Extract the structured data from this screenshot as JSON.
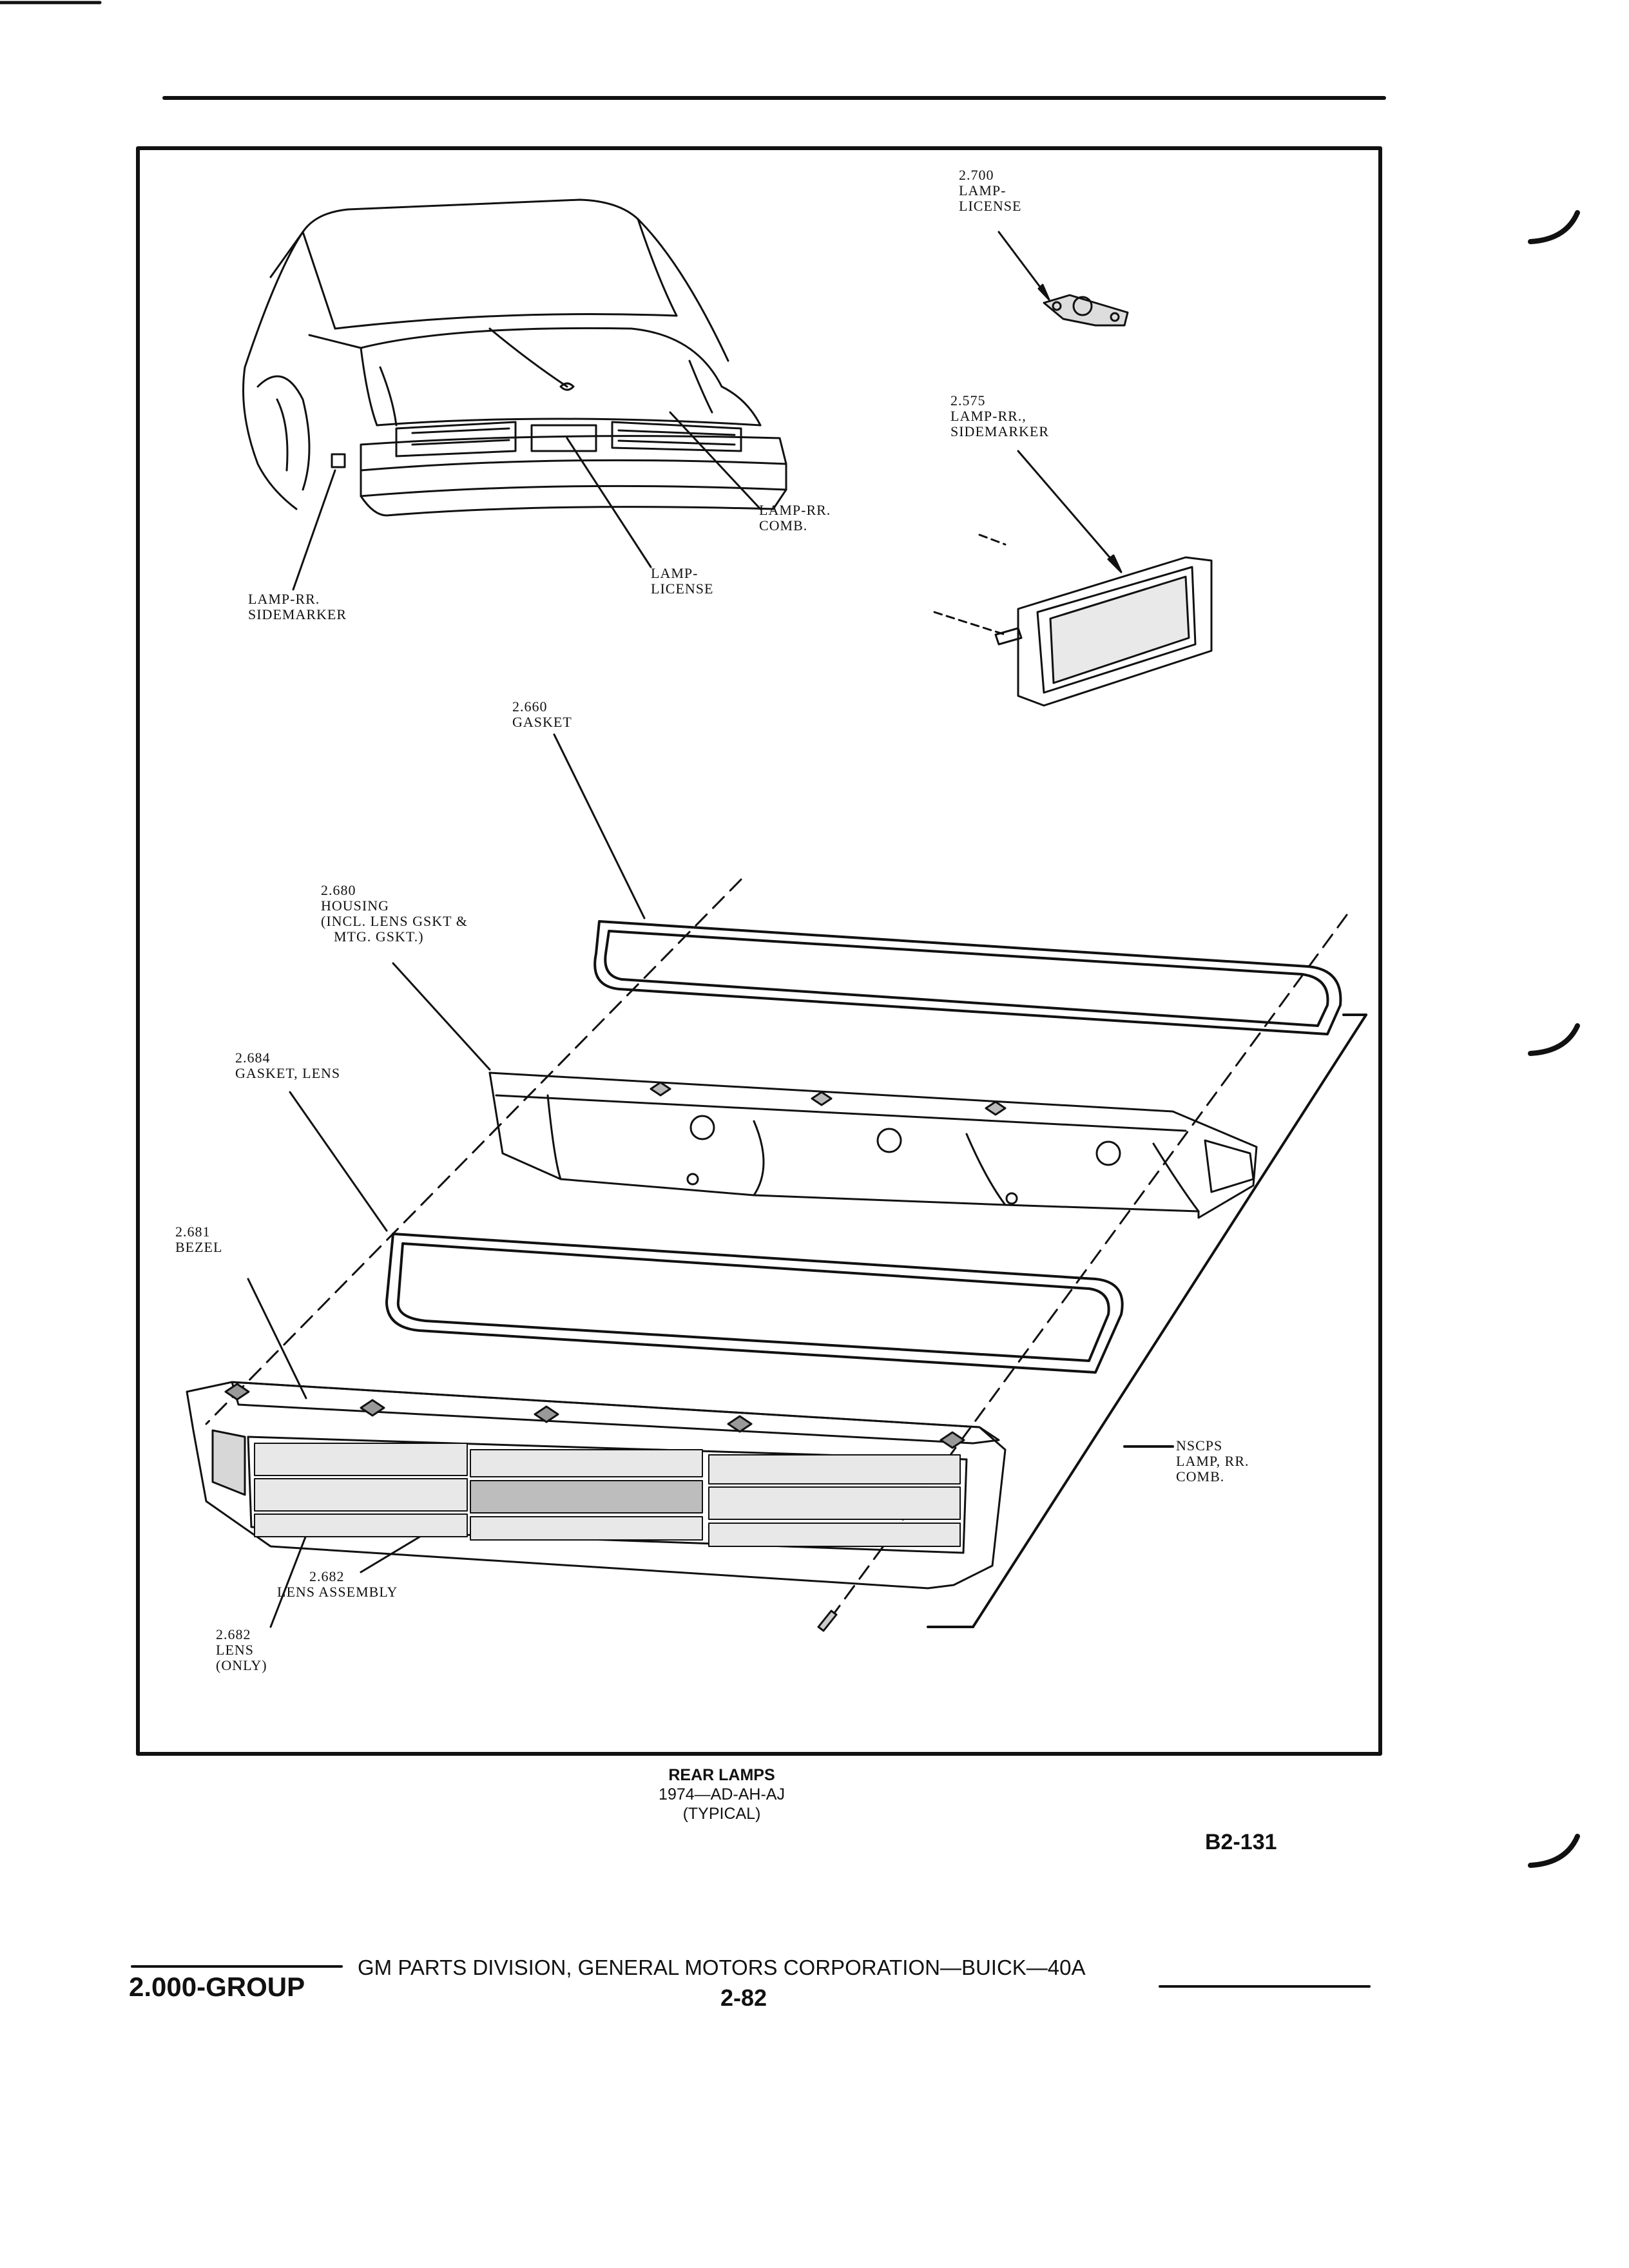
{
  "callouts": {
    "lamp_license_top": {
      "num": "2.700",
      "l1": "LAMP-",
      "l2": "LICENSE"
    },
    "rr_sidemarker_part": {
      "num": "2.575",
      "l1": "LAMP-RR.,",
      "l2": "SIDEMARKER"
    },
    "lamp_rr_comb": {
      "l1": "LAMP-RR.",
      "l2": "COMB."
    },
    "lamp_license_car": {
      "l1": "LAMP-",
      "l2": "LICENSE"
    },
    "rr_sidemarker_car": {
      "l1": "LAMP-RR.",
      "l2": "SIDEMARKER"
    },
    "gasket": {
      "num": "2.660",
      "l1": "GASKET"
    },
    "housing": {
      "num": "2.680",
      "l1": "HOUSING",
      "l2": "(INCL. LENS GSKT &",
      "l3": "MTG. GSKT.)"
    },
    "gasket_lens": {
      "num": "2.684",
      "l1": "GASKET, LENS"
    },
    "bezel": {
      "num": "2.681",
      "l1": "BEZEL"
    },
    "lens_assembly": {
      "num": "2.682",
      "l1": "LENS ASSEMBLY"
    },
    "lens_only": {
      "num": "2.682",
      "l1": "LENS",
      "l2": "(ONLY)"
    },
    "nscps": {
      "l1": "NSCPS",
      "l2": "LAMP, RR.",
      "l3": "COMB."
    }
  },
  "caption": {
    "l1": "REAR LAMPS",
    "l2": "1974—AD-AH-AJ",
    "l3": "(TYPICAL)"
  },
  "figure_code": "B2-131",
  "footer": {
    "group": "2.000-GROUP",
    "division": "GM PARTS DIVISION, GENERAL MOTORS CORPORATION—BUICK—40A",
    "page": "2-82"
  }
}
